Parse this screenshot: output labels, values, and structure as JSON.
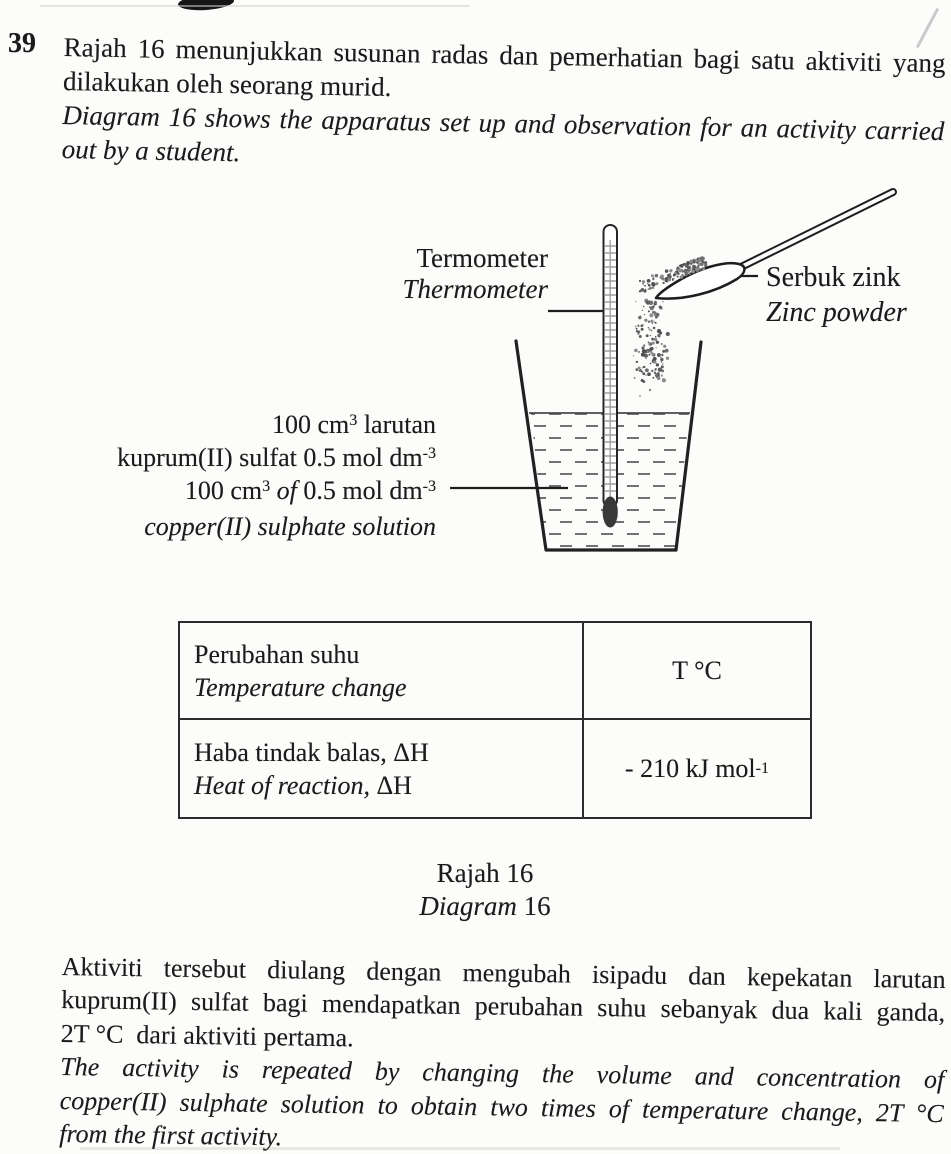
{
  "question": {
    "number": "39",
    "intro_malay_lines": [
      "Rajah 16 menunjukkan susunan radas dan pemerhatian bagi satu aktiviti yang",
      "dilakukan oleh seorang murid."
    ],
    "intro_english_lines": [
      "Diagram 16 shows the apparatus set up and observation for an activity carried",
      "out by a student."
    ]
  },
  "diagram": {
    "thermometer_label": {
      "malay": "Termometer",
      "english": "Thermometer"
    },
    "zinc_label": {
      "malay": "Serbuk zink",
      "english": "Zinc powder"
    },
    "solution_label": {
      "line1_base": "100 cm",
      "line1_sup": "3",
      "line1_rest": " larutan",
      "line2_base": "kuprum(II) sulfat 0.5 mol dm",
      "line2_sup": "-3",
      "line3_a": "100 cm",
      "line3_a_sup": "3",
      "line3_of": " of ",
      "line3_b": "0.5 mol dm",
      "line3_b_sup": "-3",
      "line4": "copper(II) sulphate solution"
    },
    "caption": {
      "malay": "Rajah 16",
      "english_italic": "Diagram",
      "english_number": " 16"
    }
  },
  "table": {
    "rows": [
      {
        "malay": "Perubahan suhu",
        "english": "Temperature change",
        "english_suffix": "",
        "value": "T °C",
        "value_sup": ""
      },
      {
        "malay": "Haba tindak balas, ΔH",
        "english": "Heat of reaction, ",
        "english_suffix": "ΔH",
        "value": "- 210 kJ mol",
        "value_sup": "-1"
      }
    ]
  },
  "footer": {
    "malay_lines": [
      "Aktiviti tersebut diulang dengan mengubah isipadu dan kepekatan larutan",
      "kuprum(II) sulfat bagi mendapatkan perubahan suhu sebanyak dua kali ganda,",
      "2T °C  dari aktiviti pertama."
    ],
    "english_lines": [
      "The activity is repeated by changing the volume and concentration of",
      "copper(II) sulphate solution to obtain two times of temperature change, 2T °C",
      "from the first activity."
    ]
  },
  "colors": {
    "ink": "#1b1b1b",
    "paper": "#fcfcfa",
    "dash": "#5f5f5f",
    "bulb": "#383838"
  }
}
